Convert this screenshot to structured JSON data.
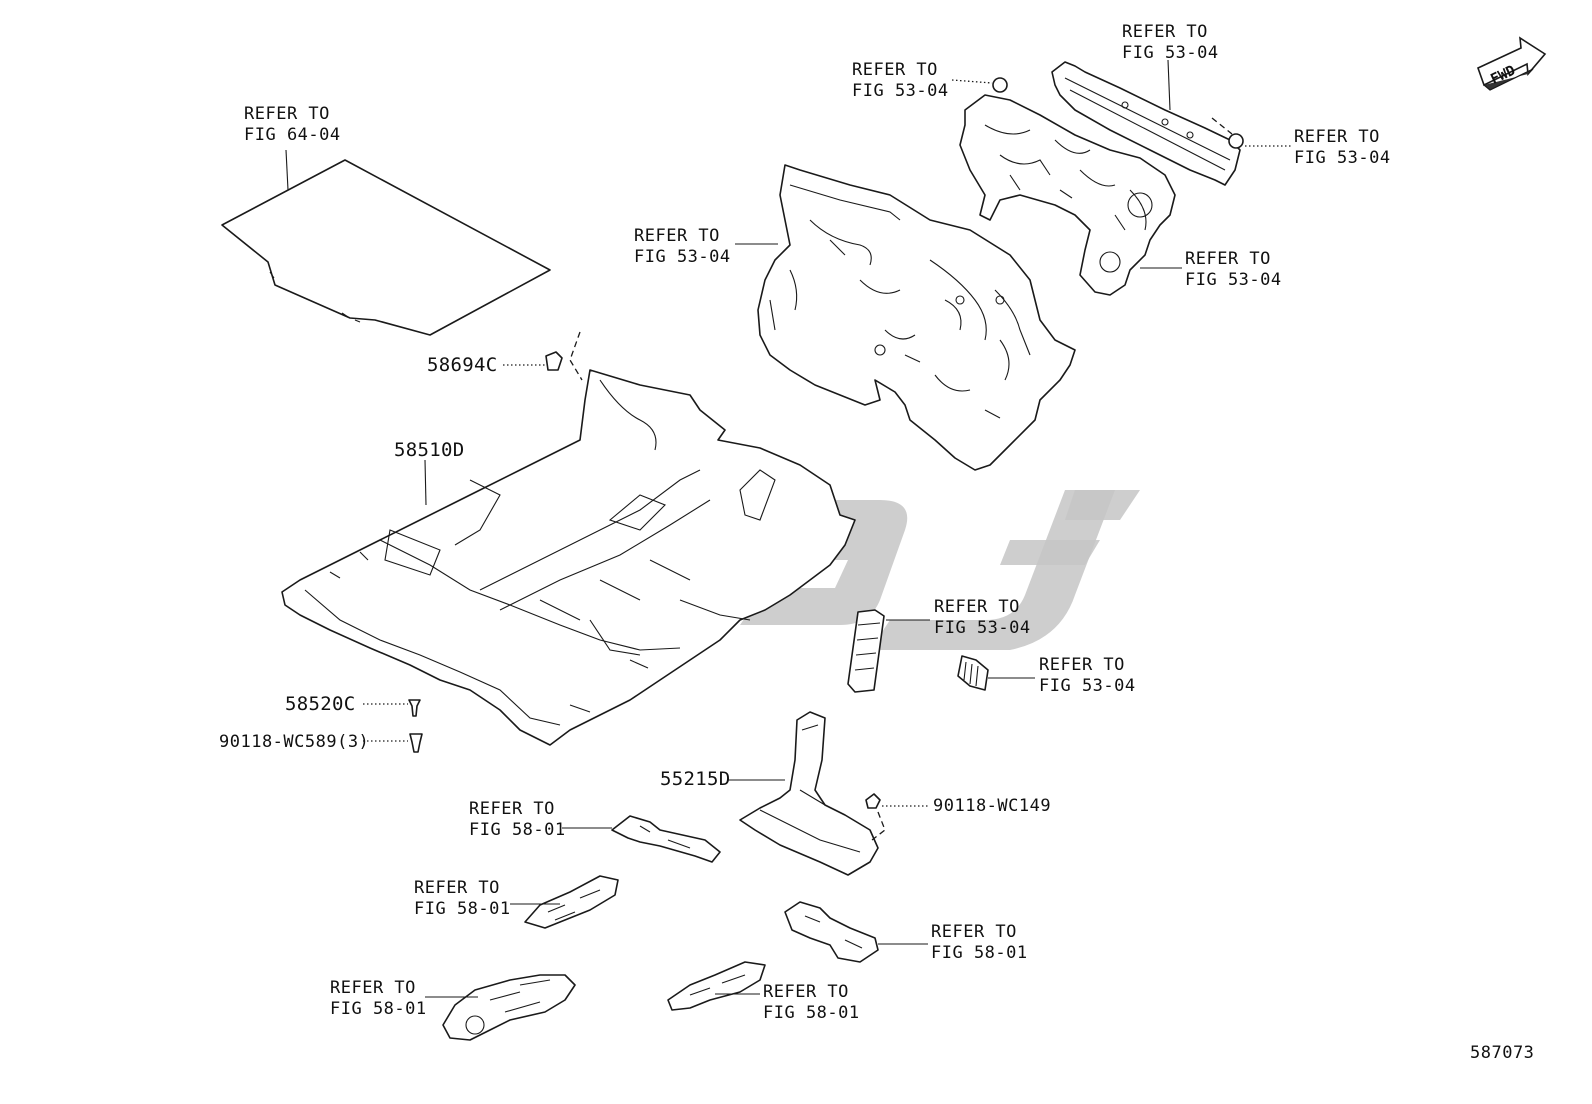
{
  "diagram": {
    "fwd_label": "FWD",
    "figure_number": "587073",
    "refer_labels": [
      {
        "id": "ref-carpet-rear",
        "line1": "REFER TO",
        "line2": "FIG 64-04"
      },
      {
        "id": "ref-dash-top-left",
        "line1": "REFER TO",
        "line2": "FIG 53-04"
      },
      {
        "id": "ref-dash-top",
        "line1": "REFER TO",
        "line2": "FIG 53-04"
      },
      {
        "id": "ref-dash-right-top",
        "line1": "REFER TO",
        "line2": "FIG 53-04"
      },
      {
        "id": "ref-dash-right",
        "line1": "REFER TO",
        "line2": "FIG 53-04"
      },
      {
        "id": "ref-dash-silencer",
        "line1": "REFER TO",
        "line2": "FIG 53-04"
      },
      {
        "id": "ref-pad-a",
        "line1": "REFER TO",
        "line2": "FIG 53-04"
      },
      {
        "id": "ref-pad-b",
        "line1": "REFER TO",
        "line2": "FIG 53-04"
      },
      {
        "id": "ref-floor-1",
        "line1": "REFER TO",
        "line2": "FIG 58-01"
      },
      {
        "id": "ref-floor-2",
        "line1": "REFER TO",
        "line2": "FIG 58-01"
      },
      {
        "id": "ref-floor-3",
        "line1": "REFER TO",
        "line2": "FIG 58-01"
      },
      {
        "id": "ref-floor-4",
        "line1": "REFER TO",
        "line2": "FIG 58-01"
      },
      {
        "id": "ref-floor-5",
        "line1": "REFER TO",
        "line2": "FIG 58-01"
      }
    ],
    "part_numbers": {
      "clip_upper": "58694C",
      "floor_carpet": "58510D",
      "carpet_fastener": "58520C",
      "screw_qty": "90118-WC589(3)",
      "floor_silencer": "55215D",
      "clip_silencer": "90118-WC149"
    }
  }
}
